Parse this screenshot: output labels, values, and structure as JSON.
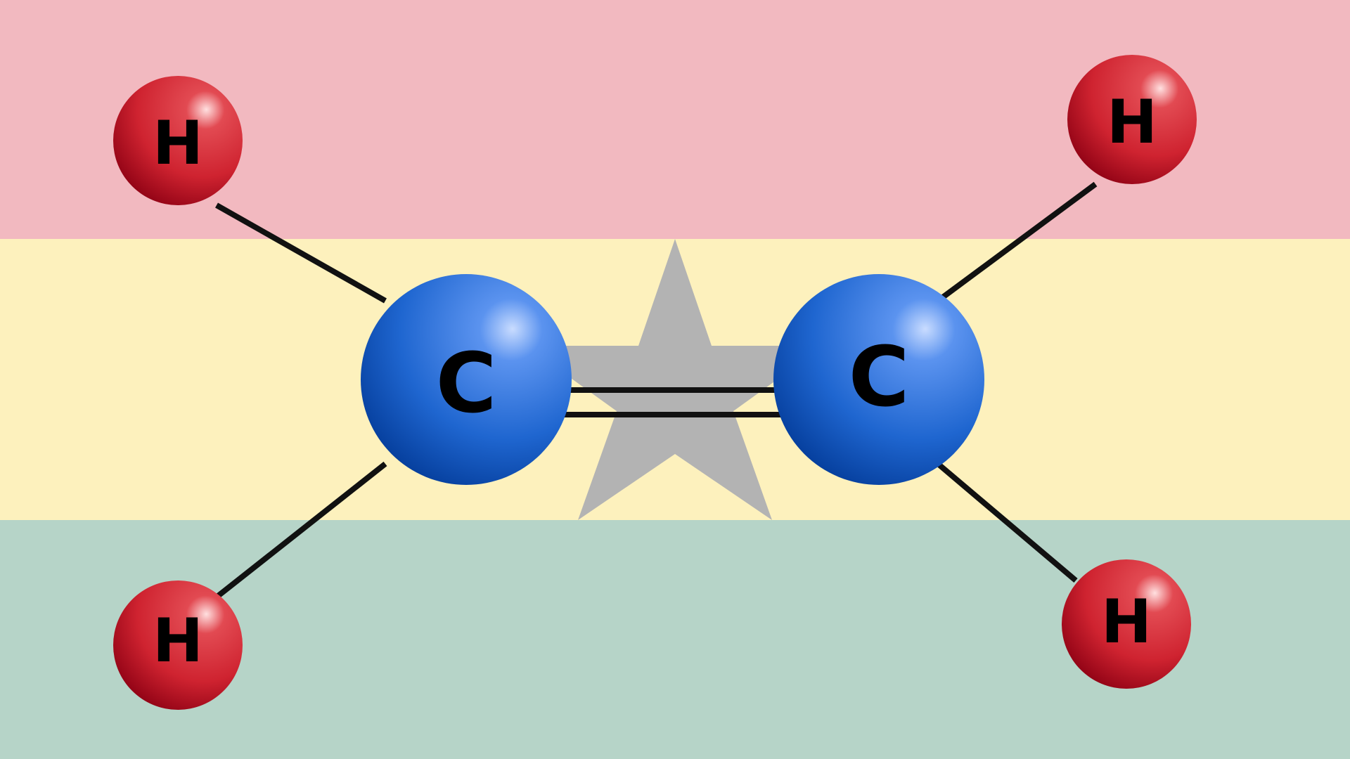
{
  "colors": {
    "band_top": "#f2b9c0",
    "band_middle": "#fdf1bd",
    "band_bottom": "#b6d4c8",
    "star": "#b3b3b3",
    "bond": "#111111",
    "carbon": "#1f66d0",
    "carbon_highlight": "#c9dcff",
    "carbon_shadow": "#033b98",
    "hydrogen": "#cf2330",
    "hydrogen_highlight": "#ffe0e0",
    "hydrogen_shadow": "#8c0013"
  },
  "molecule": {
    "bond_order_c_c": 2,
    "atoms": [
      {
        "id": "h-top-left",
        "element": "hydrogen",
        "label": "H"
      },
      {
        "id": "h-bottom-left",
        "element": "hydrogen",
        "label": "H"
      },
      {
        "id": "c-left",
        "element": "carbon",
        "label": "C"
      },
      {
        "id": "c-right",
        "element": "carbon",
        "label": "C"
      },
      {
        "id": "h-top-right",
        "element": "hydrogen",
        "label": "H"
      },
      {
        "id": "h-bottom-right",
        "element": "hydrogen",
        "label": "H"
      }
    ]
  }
}
